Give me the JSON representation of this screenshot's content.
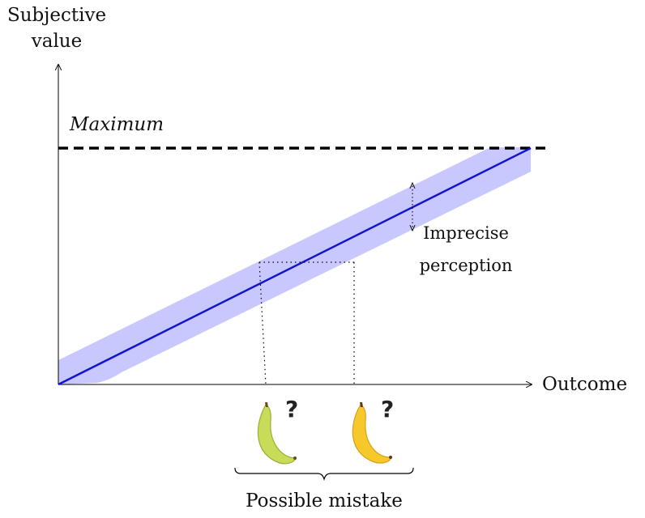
{
  "labels": {
    "y_axis_line1": "Subjective",
    "y_axis_line2": "value",
    "x_axis": "Outcome",
    "maximum": "Maximum",
    "imprecise_line1": "Imprecise",
    "imprecise_line2": "perception",
    "possible_mistake": "Possible mistake",
    "question_mark": "?"
  },
  "colors": {
    "value_line": "#1414d4",
    "uncertainty_band": "#c8c8ff",
    "axis": "#000000",
    "maximum_line": "#000000",
    "banana_green": "#c8dc5a",
    "banana_yellow": "#f6c82a"
  },
  "icons": {
    "banana_left": "green-banana-icon",
    "banana_right": "ripe-banana-icon"
  }
}
